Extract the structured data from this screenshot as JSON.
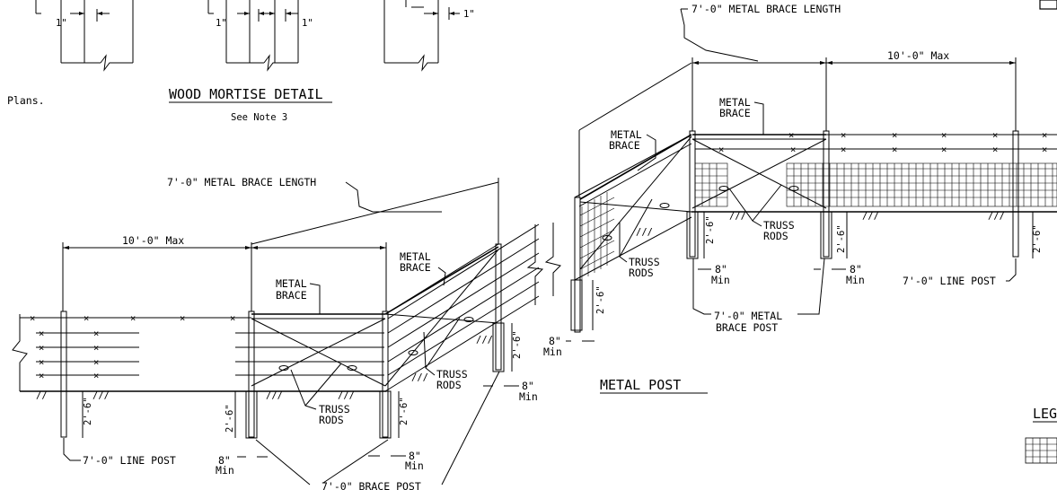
{
  "mortise_detail": {
    "dim_1": "1\"",
    "dim_2": "1\"",
    "dim_3": "1\"",
    "dim_4": "1\"",
    "plans_text": "Plans.",
    "title": "WOOD MORTISE DETAIL",
    "note": "See Note 3"
  },
  "left_fence": {
    "brace_length": "7'-0\" METAL BRACE LENGTH",
    "spacing": "10'-0\" Max",
    "metal_brace_1": [
      "METAL",
      "BRACE"
    ],
    "metal_brace_2": [
      "METAL",
      "BRACE"
    ],
    "truss_rods_1": [
      "TRUSS",
      "RODS"
    ],
    "truss_rods_2": [
      "TRUSS",
      "RODS"
    ],
    "embed_1": "2'-6\"",
    "embed_2": "2'-6\"",
    "embed_3": "2'-6\"",
    "embed_4": "2'-6\"",
    "width_1": [
      "8\"",
      "Min"
    ],
    "width_2": [
      "8\"",
      "Min"
    ],
    "width_3": [
      "8\"",
      "Min"
    ],
    "line_post": "7'-0\" LINE POST",
    "brace_post": "7'-0\" BRACE POST"
  },
  "right_fence": {
    "brace_length": "7'-0\" METAL BRACE LENGTH",
    "spacing": "10'-0\" Max",
    "metal_brace_1": [
      "METAL",
      "BRACE"
    ],
    "metal_brace_2": [
      "METAL",
      "BRACE"
    ],
    "truss_rods_1": [
      "TRUSS",
      "RODS"
    ],
    "truss_rods_2": [
      "TRUSS",
      "RODS"
    ],
    "embed_1": "2'-6\"",
    "embed_2": "2'-6\"",
    "embed_3": "2'-6\"",
    "embed_4": "2'-6\"",
    "width_1": [
      "8\"",
      "Min"
    ],
    "width_2": [
      "8\"",
      "Min"
    ],
    "width_3": [
      "8\"",
      "Min"
    ],
    "brace_post": [
      "7'-0\" METAL",
      "BRACE POST"
    ],
    "line_post": "7'-0\" LINE POST",
    "title": "METAL POST"
  },
  "legend": {
    "title": "LEG"
  }
}
